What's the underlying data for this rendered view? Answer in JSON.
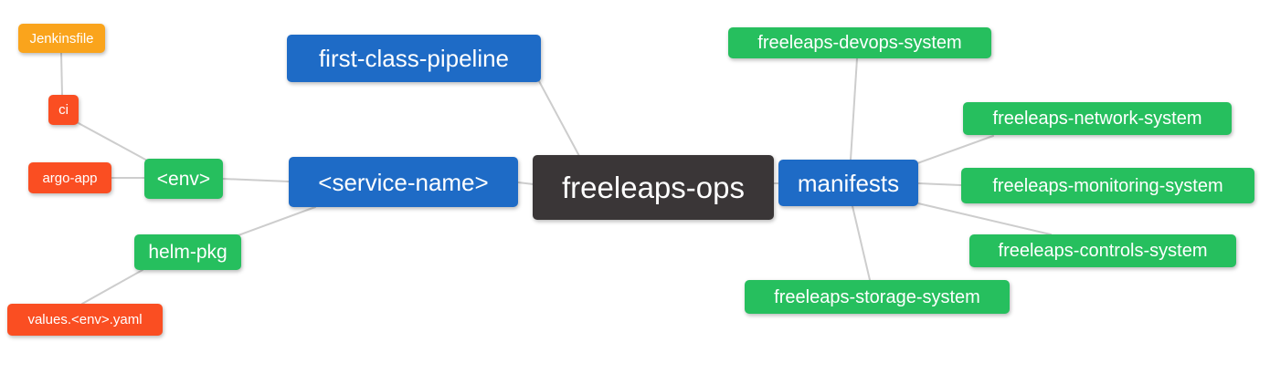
{
  "diagram": {
    "type": "mindmap",
    "root_label": "freeleaps-ops",
    "colors": {
      "root": "#3a3637",
      "branch": "#1e6bc6",
      "green": "#26bf5e",
      "red": "#fa4e22",
      "amber": "#faa41c",
      "edge": "#cdcdcd",
      "text": "#ffffff",
      "background": "#ffffff"
    },
    "nodes": {
      "freeleaps_ops": {
        "label": "freeleaps-ops"
      },
      "first_class_pipeline": {
        "label": "first-class-pipeline"
      },
      "service_name": {
        "label": "<service-name>"
      },
      "env": {
        "label": "<env>"
      },
      "ci": {
        "label": "ci"
      },
      "jenkinsfile": {
        "label": "Jenkinsfile"
      },
      "argo_app": {
        "label": "argo-app"
      },
      "helm_pkg": {
        "label": "helm-pkg"
      },
      "values_env_yaml": {
        "label": "values.<env>.yaml"
      },
      "manifests": {
        "label": "manifests"
      },
      "devops_system": {
        "label": "freeleaps-devops-system"
      },
      "network_system": {
        "label": "freeleaps-network-system"
      },
      "monitoring_system": {
        "label": "freeleaps-monitoring-system"
      },
      "controls_system": {
        "label": "freeleaps-controls-system"
      },
      "storage_system": {
        "label": "freeleaps-storage-system"
      }
    },
    "edges": [
      {
        "from": "jenkinsfile",
        "to": "ci"
      },
      {
        "from": "ci",
        "to": "env"
      },
      {
        "from": "argo_app",
        "to": "env"
      },
      {
        "from": "env",
        "to": "service_name"
      },
      {
        "from": "helm_pkg",
        "to": "service_name"
      },
      {
        "from": "values_env_yaml",
        "to": "helm_pkg"
      },
      {
        "from": "first_class_pipeline",
        "to": "freeleaps_ops"
      },
      {
        "from": "service_name",
        "to": "freeleaps_ops"
      },
      {
        "from": "manifests",
        "to": "freeleaps_ops"
      },
      {
        "from": "devops_system",
        "to": "manifests"
      },
      {
        "from": "network_system",
        "to": "manifests"
      },
      {
        "from": "monitoring_system",
        "to": "manifests"
      },
      {
        "from": "controls_system",
        "to": "manifests"
      },
      {
        "from": "storage_system",
        "to": "manifests"
      }
    ]
  }
}
